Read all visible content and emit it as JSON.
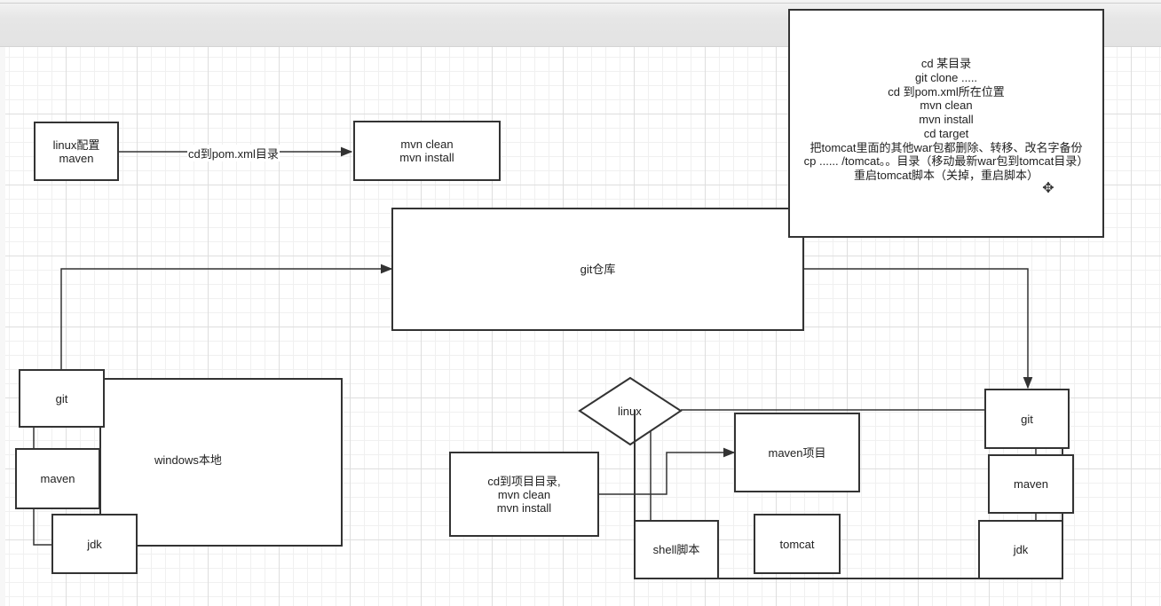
{
  "nodes": {
    "linux_maven": "linux配置\nmaven",
    "mvn_commands": "mvn   clean\nmvn  install",
    "git_repo": "git仓库",
    "instructions": "cd  某目录\ngit  clone .....\ncd  到pom.xml所在位置\nmvn  clean\nmvn  install\ncd target\n把tomcat里面的其他war包都删除、转移、改名字备份\ncp  ......   /tomcat。。目录（移动最新war包到tomcat目录）\n重启tomcat脚本（关掉，重启脚本）",
    "windows_local": "windows本地",
    "win_git": "git",
    "win_maven": "maven",
    "win_jdk": "jdk",
    "linux": "linux",
    "cd_project": "cd到项目目录,\nmvn  clean\nmvn  install",
    "maven_project": "maven项目",
    "shell_script": "shell脚本",
    "tomcat": "tomcat",
    "srv_git": "git",
    "srv_maven": "maven",
    "srv_jdk": "jdk"
  },
  "edges": {
    "cd_pom_label": "cd到pom.xml目录"
  },
  "icons": {
    "move": "move-cursor-icon"
  }
}
